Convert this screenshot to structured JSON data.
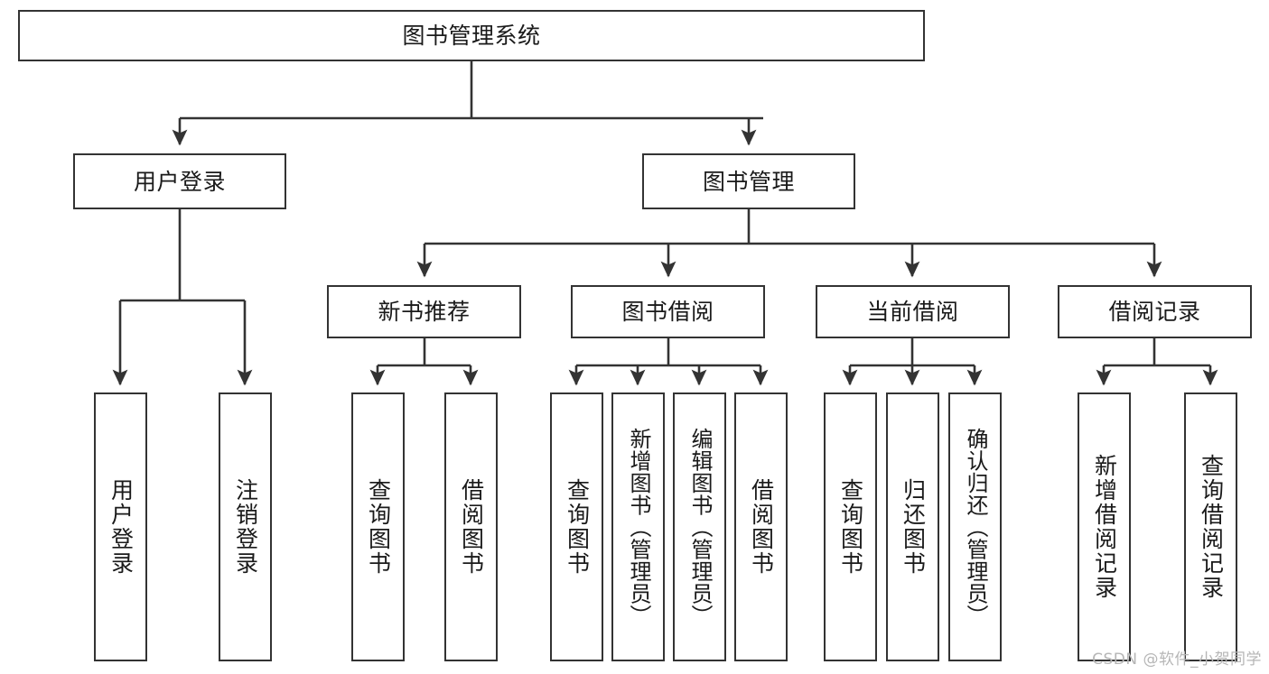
{
  "diagram": {
    "title": "图书管理系统",
    "type": "tree-hierarchy",
    "watermark": "CSDN @软件_小贺同学",
    "colors": {
      "stroke": "#333333",
      "fill": "#ffffff",
      "text": "#1a1a1a",
      "watermark": "#b6b6b6"
    },
    "levels": {
      "root": "图书管理系统",
      "level2": [
        "用户登录",
        "图书管理"
      ],
      "level3": [
        "新书推荐",
        "图书借阅",
        "当前借阅",
        "借阅记录"
      ],
      "leaves": [
        "用户登录",
        "注销登录",
        "查询图书",
        "借阅图书",
        "查询图书",
        "新增图书（管理员）",
        "编辑图书（管理员）",
        "借阅图书",
        "查询图书",
        "归还图书",
        "确认归还（管理员）",
        "新增借阅记录",
        "查询借阅记录"
      ]
    },
    "nodes": {
      "root": {
        "label": "图书管理系统"
      },
      "user_login": {
        "label": "用户登录"
      },
      "book_mgmt": {
        "label": "图书管理"
      },
      "new_book_rec": {
        "label": "新书推荐"
      },
      "book_borrow": {
        "label": "图书借阅"
      },
      "current_borrow": {
        "label": "当前借阅"
      },
      "borrow_record": {
        "label": "借阅记录"
      },
      "leaf_user_login": {
        "label": "用户登录"
      },
      "leaf_logout": {
        "label": "注销登录"
      },
      "leaf_query_book_1": {
        "label": "查询图书"
      },
      "leaf_borrow_book_1": {
        "label": "借阅图书"
      },
      "leaf_query_book_2": {
        "label": "查询图书"
      },
      "leaf_add_book": {
        "label": "新增图书（管理员）"
      },
      "leaf_edit_book": {
        "label": "编辑图书（管理员）"
      },
      "leaf_borrow_book_2": {
        "label": "借阅图书"
      },
      "leaf_query_book_3": {
        "label": "查询图书"
      },
      "leaf_return_book": {
        "label": "归还图书"
      },
      "leaf_confirm_return": {
        "label": "确认归还（管理员）"
      },
      "leaf_add_record": {
        "label": "新增借阅记录"
      },
      "leaf_query_record": {
        "label": "查询借阅记录"
      }
    },
    "edges": [
      {
        "from": "root",
        "to": "user_login"
      },
      {
        "from": "root",
        "to": "book_mgmt"
      },
      {
        "from": "user_login",
        "to": "leaf_user_login"
      },
      {
        "from": "user_login",
        "to": "leaf_logout"
      },
      {
        "from": "book_mgmt",
        "to": "new_book_rec"
      },
      {
        "from": "book_mgmt",
        "to": "book_borrow"
      },
      {
        "from": "book_mgmt",
        "to": "current_borrow"
      },
      {
        "from": "book_mgmt",
        "to": "borrow_record"
      },
      {
        "from": "new_book_rec",
        "to": "leaf_query_book_1"
      },
      {
        "from": "new_book_rec",
        "to": "leaf_borrow_book_1"
      },
      {
        "from": "book_borrow",
        "to": "leaf_query_book_2"
      },
      {
        "from": "book_borrow",
        "to": "leaf_add_book"
      },
      {
        "from": "book_borrow",
        "to": "leaf_edit_book"
      },
      {
        "from": "book_borrow",
        "to": "leaf_borrow_book_2"
      },
      {
        "from": "current_borrow",
        "to": "leaf_query_book_3"
      },
      {
        "from": "current_borrow",
        "to": "leaf_return_book"
      },
      {
        "from": "current_borrow",
        "to": "leaf_confirm_return"
      },
      {
        "from": "borrow_record",
        "to": "leaf_add_record"
      },
      {
        "from": "borrow_record",
        "to": "leaf_query_record"
      }
    ]
  }
}
